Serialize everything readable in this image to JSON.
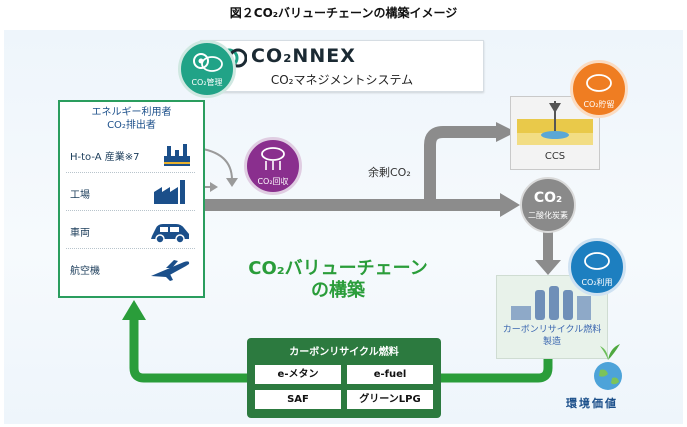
{
  "title": "図２CO₂バリューチェーンの構築イメージ",
  "banner": {
    "brand": "CO₂NNEX",
    "subtitle": "CO₂マネジメントシステム"
  },
  "badges": {
    "management": "CO₂管理",
    "capture": "CO₂回収",
    "storage": "CO₂貯留",
    "utilization": "CO₂利用",
    "co2_symbol": "CO₂"
  },
  "emitters": {
    "title_line1": "エネルギー利用者",
    "title_line2": "CO₂排出者",
    "items": [
      {
        "label": "H-to-A 産業※7"
      },
      {
        "label": "工場"
      },
      {
        "label": "車両"
      },
      {
        "label": "航空機"
      }
    ]
  },
  "flow": {
    "surplus_label": "余剰CO₂",
    "co2_node_main": "CO₂",
    "co2_node_sub": "二酸化炭素",
    "ccs_label": "CCS",
    "manufacturing_line1": "カーボンリサイクル燃料",
    "manufacturing_line2": "製造"
  },
  "center_title": {
    "line1": "CO₂バリューチェーン",
    "line2": "の構築"
  },
  "fuels": {
    "title": "カーボンリサイクル燃料",
    "items": [
      "e-メタン",
      "e-fuel",
      "SAF",
      "グリーンLPG"
    ]
  },
  "environment_label": "環境価値",
  "colors": {
    "green_accent": "#2a9d3a",
    "teal": "#21a387",
    "purple": "#8a2f8e",
    "orange": "#ef7d22",
    "blue": "#1d7fc0",
    "fuel_box": "#2c7a3f"
  }
}
